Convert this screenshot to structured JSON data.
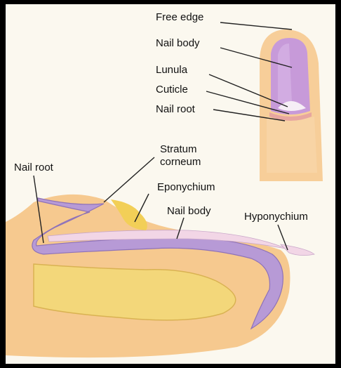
{
  "labels": {
    "free_edge": "Free edge",
    "nail_body_top": "Nail body",
    "lunula": "Lunula",
    "cuticle": "Cuticle",
    "nail_root_top": "Nail root",
    "nail_root_side": "Nail root",
    "stratum_line1": "Stratum",
    "stratum_line2": "corneum",
    "eponychium": "Eponychium",
    "nail_body_section": "Nail body",
    "hyponychium": "Hyponychium"
  },
  "colors": {
    "background": "#fbf8ef",
    "skin": "#f6c98f",
    "bone": "#f3d77a",
    "nail": "#b79ad6",
    "cuticle_yellow": "#f2cf57"
  }
}
